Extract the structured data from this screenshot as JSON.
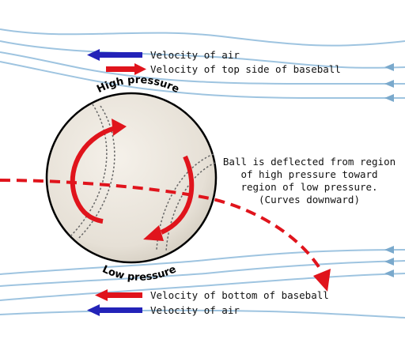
{
  "legend_top": {
    "air": "Velocity of air",
    "top_side": "Velocity of top side of baseball"
  },
  "legend_bottom": {
    "bottom_side": "Velocity of bottom of baseball",
    "air": "Velocity of air"
  },
  "high_label": "High pressure",
  "low_label": "Low pressure",
  "explanation": [
    "Ball is deflected from region",
    "of high pressure toward",
    "region of low pressure.",
    "(Curves downward)"
  ],
  "colors": {
    "airflow": "#9ec4e0",
    "airflow_arrow": "#7aa9cc",
    "air_arrow": "#2323b8",
    "ball_arrow": "#e0141c",
    "trajectory": "#e0141c",
    "ball": "#ebe6dd",
    "ball_outline": "#000000"
  }
}
